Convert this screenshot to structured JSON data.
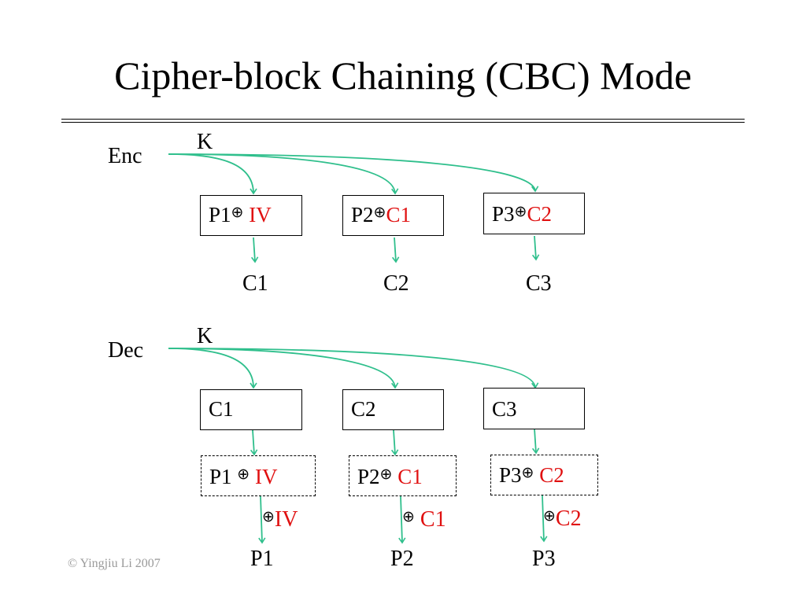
{
  "title": "Cipher-block Chaining (CBC) Mode",
  "xor_symbol": "⊕",
  "colors": {
    "arrow": "#2fbf8c",
    "highlight": "#e01010",
    "footer": "#9a9a9a"
  },
  "enc": {
    "label": "Enc",
    "key": "K",
    "blocks": [
      {
        "left": "P1",
        "right": "IV"
      },
      {
        "left": "P2",
        "right": "C1"
      },
      {
        "left": "P3",
        "right": "C2"
      }
    ],
    "outputs": [
      "C1",
      "C2",
      "C3"
    ]
  },
  "dec": {
    "label": "Dec",
    "key": "K",
    "blocks": [
      "C1",
      "C2",
      "C3"
    ],
    "xor_blocks": [
      {
        "left": "P1",
        "right": "IV"
      },
      {
        "left": "P2",
        "right": "C1"
      },
      {
        "left": "P3",
        "right": "C2"
      }
    ],
    "xor_labels": [
      "IV",
      "C1",
      "C2"
    ],
    "outputs": [
      "P1",
      "P2",
      "P3"
    ]
  },
  "footer": "© Yingjiu Li 2007"
}
